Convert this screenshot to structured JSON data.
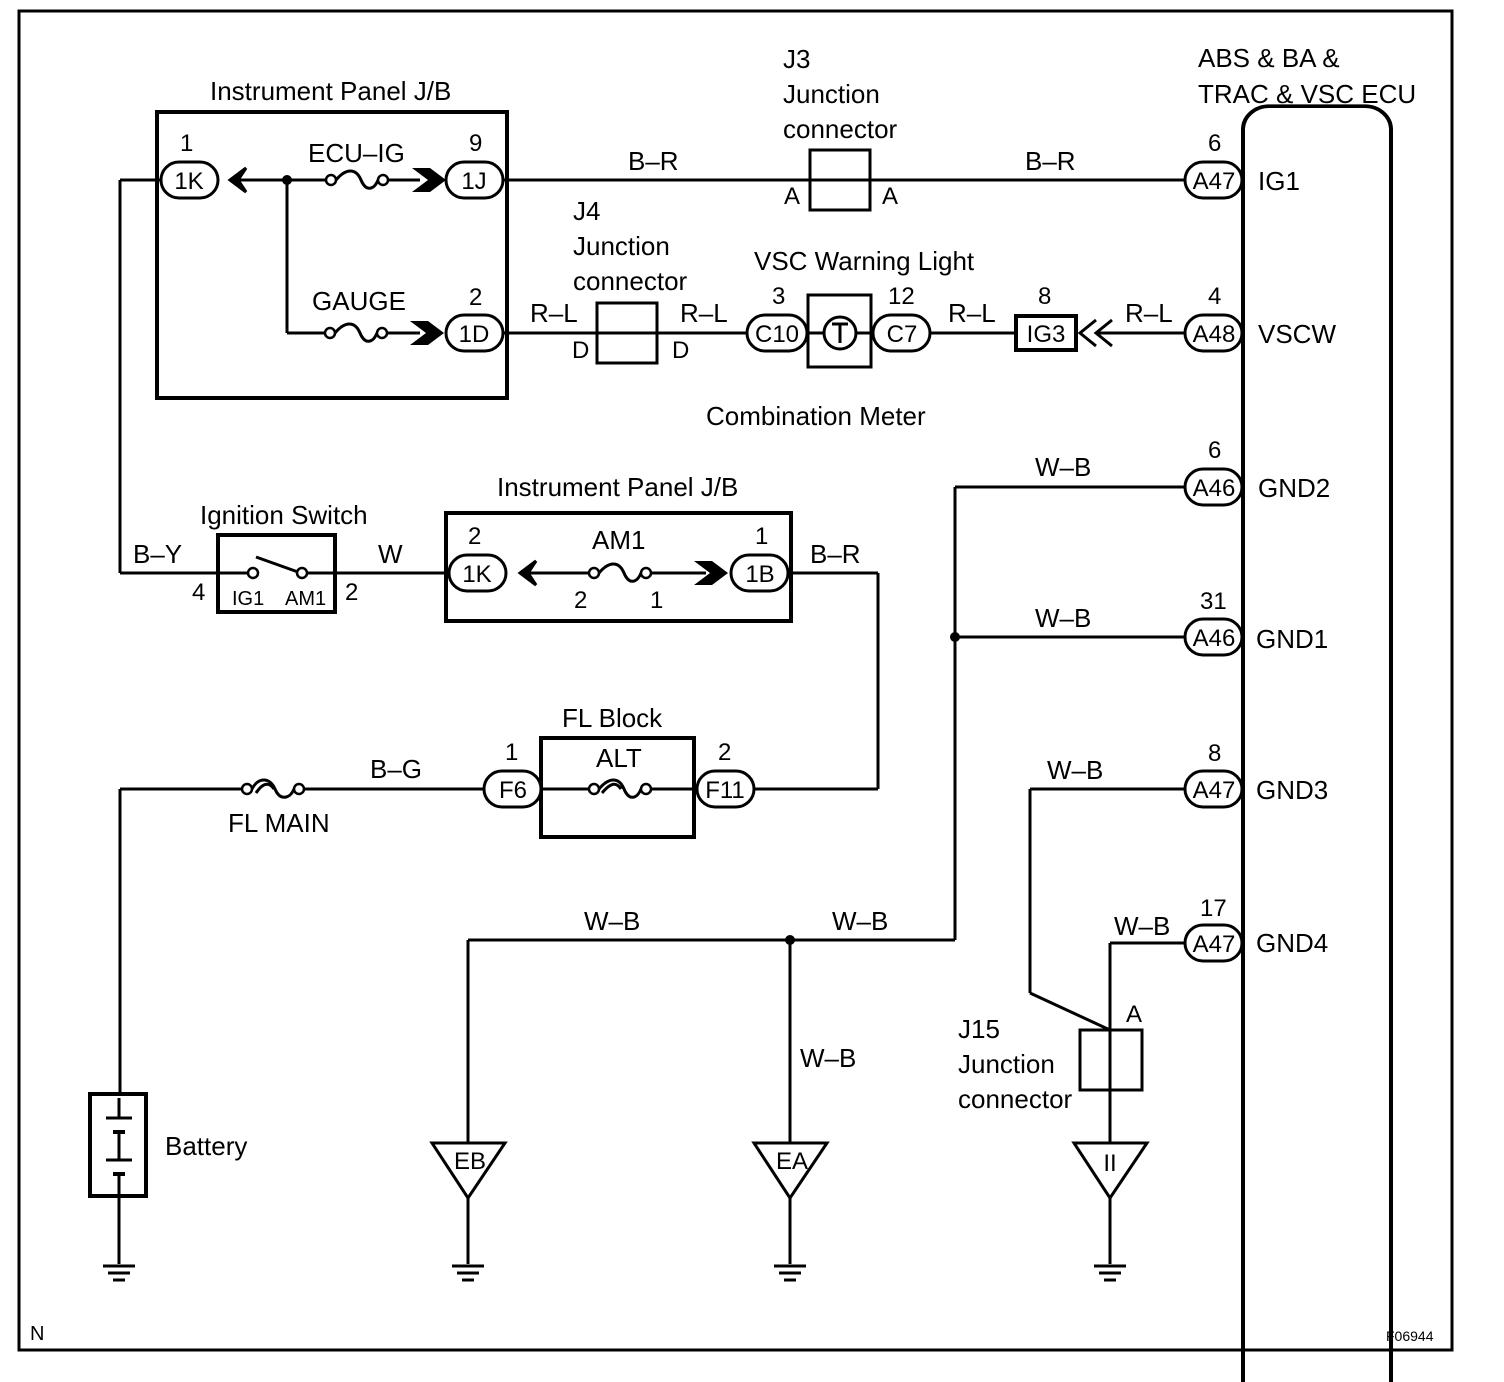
{
  "labels": {
    "ecu_title_1": "ABS & BA &",
    "ecu_title_2": "TRAC & VSC ECU",
    "ipjb_top": "Instrument Panel J/B",
    "ipjb_mid": "Instrument Panel J/B",
    "j3_1": "J3",
    "j3_2": "Junction",
    "j3_3": "connector",
    "j4_1": "J4",
    "j4_2": "Junction",
    "j4_3": "connector",
    "j15_1": "J15",
    "j15_2": "Junction",
    "j15_3": "connector",
    "vsc_light": "VSC Warning Light",
    "comb_meter": "Combination Meter",
    "ign_switch": "Ignition Switch",
    "fl_block": "FL Block",
    "fl_main": "FL MAIN",
    "battery": "Battery",
    "ecu_ig": "ECU–IG",
    "gauge": "GAUGE",
    "am1": "AM1",
    "alt": "ALT",
    "corner_n": "N",
    "fig_id": "F06944"
  },
  "wires": {
    "br1": "B–R",
    "br2": "B–R",
    "br3": "B–R",
    "rl1": "R–L",
    "rl2": "R–L",
    "rl3": "R–L",
    "rl4": "R–L",
    "by": "B–Y",
    "w": "W",
    "bg": "B–G",
    "wb1": "W–B",
    "wb2": "W–B",
    "wb3": "W–B",
    "wb4": "W–B",
    "wb5": "W–B",
    "wb6": "W–B",
    "wb7": "W–B"
  },
  "connectors": {
    "c1k_top": "1K",
    "c1j": "1J",
    "c1d": "1D",
    "c10": "C10",
    "c7": "C7",
    "ig3": "IG3",
    "a47_ig1": "A47",
    "a48": "A48",
    "a46_gnd2": "A46",
    "a46_gnd1": "A46",
    "a47_gnd3": "A47",
    "a47_gnd4": "A47",
    "c1k_mid": "1K",
    "c1b": "1B",
    "f6": "F6",
    "f11": "F11"
  },
  "pins": {
    "p1k_top": "1",
    "p1j": "9",
    "p1d": "2",
    "p_c10": "3",
    "p_c7": "12",
    "p_ig3": "8",
    "p_ig1": "6",
    "p_vscw": "4",
    "p_gnd2": "6",
    "p_gnd1": "31",
    "p_gnd3": "8",
    "p_gnd4": "17",
    "p_1k_mid": "2",
    "p_1b": "1",
    "p_am1_a": "2",
    "p_am1_b": "1",
    "p_sw4": "4",
    "p_sw2": "2",
    "p_f6": "1",
    "p_f11": "2",
    "j3_a_left": "A",
    "j3_a_right": "A",
    "j4_d_left": "D",
    "j4_d_right": "D",
    "j15_a": "A"
  },
  "terminals": {
    "ig1": "IG1",
    "vscw": "VSCW",
    "gnd2": "GND2",
    "gnd1": "GND1",
    "gnd3": "GND3",
    "gnd4": "GND4",
    "sw_ig1": "IG1",
    "sw_am1": "AM1"
  },
  "grounds": {
    "eb": "EB",
    "ea": "EA",
    "ii": "II"
  }
}
